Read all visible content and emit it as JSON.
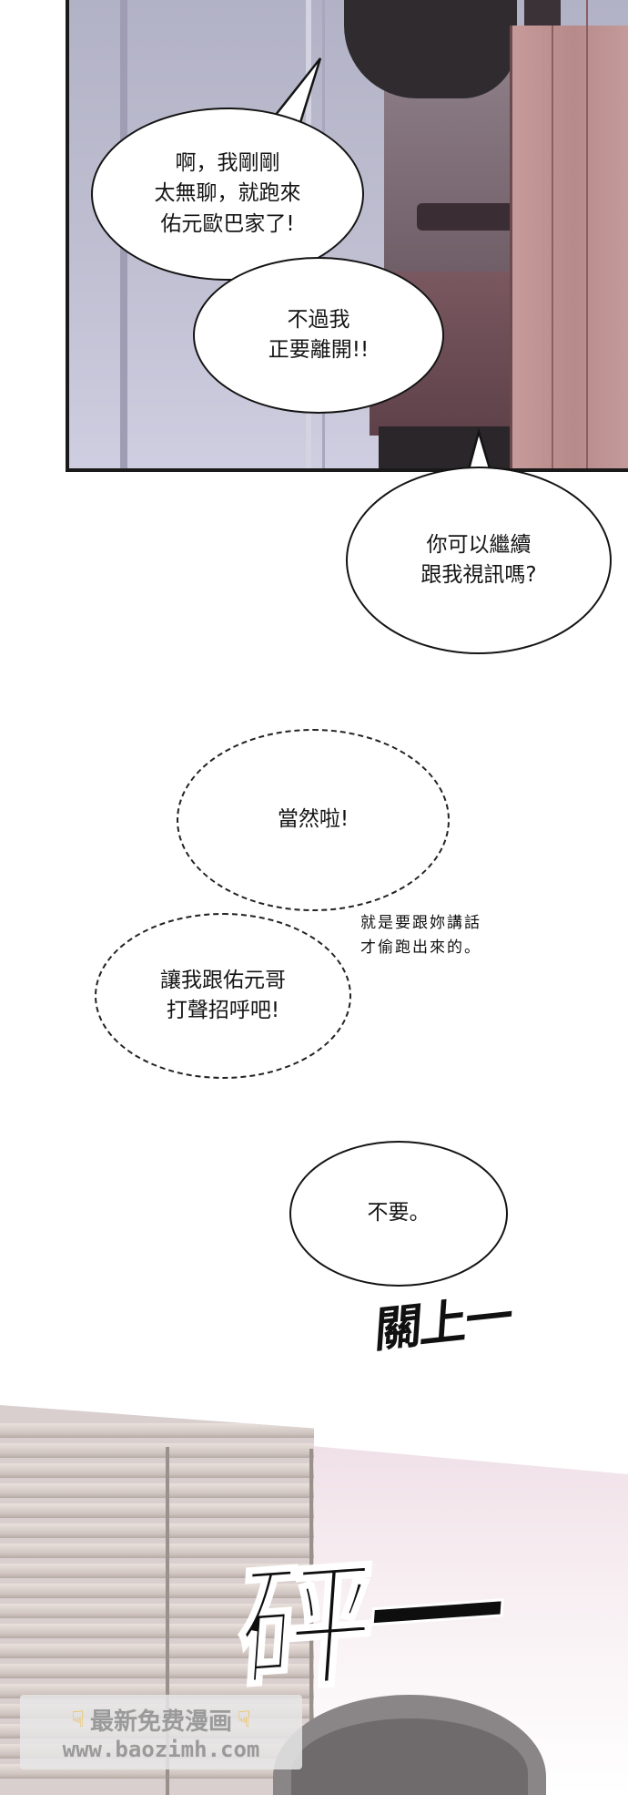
{
  "panel1": {
    "bubble_1": "啊，我剛剛\n太無聊，就跑來\n佑元歐巴家了!",
    "bubble_2": "不過我\n正要離開!!"
  },
  "bubble_3": "你可以繼續\n跟我視訊嗎?",
  "bubble_4": "當然啦!",
  "aside_text": "就是要跟妳講話\n才偷跑出來的。",
  "bubble_5": "讓我跟佑元哥\n打聲招呼吧!",
  "bubble_6": "不要。",
  "sfx_close": "關上一",
  "sfx_bang": "砰一",
  "watermark": {
    "line1": "最新免费漫画",
    "line2": "www.baozimh.com",
    "icon_left": "pointing-hand-icon",
    "icon_right": "pointing-hand-icon"
  }
}
